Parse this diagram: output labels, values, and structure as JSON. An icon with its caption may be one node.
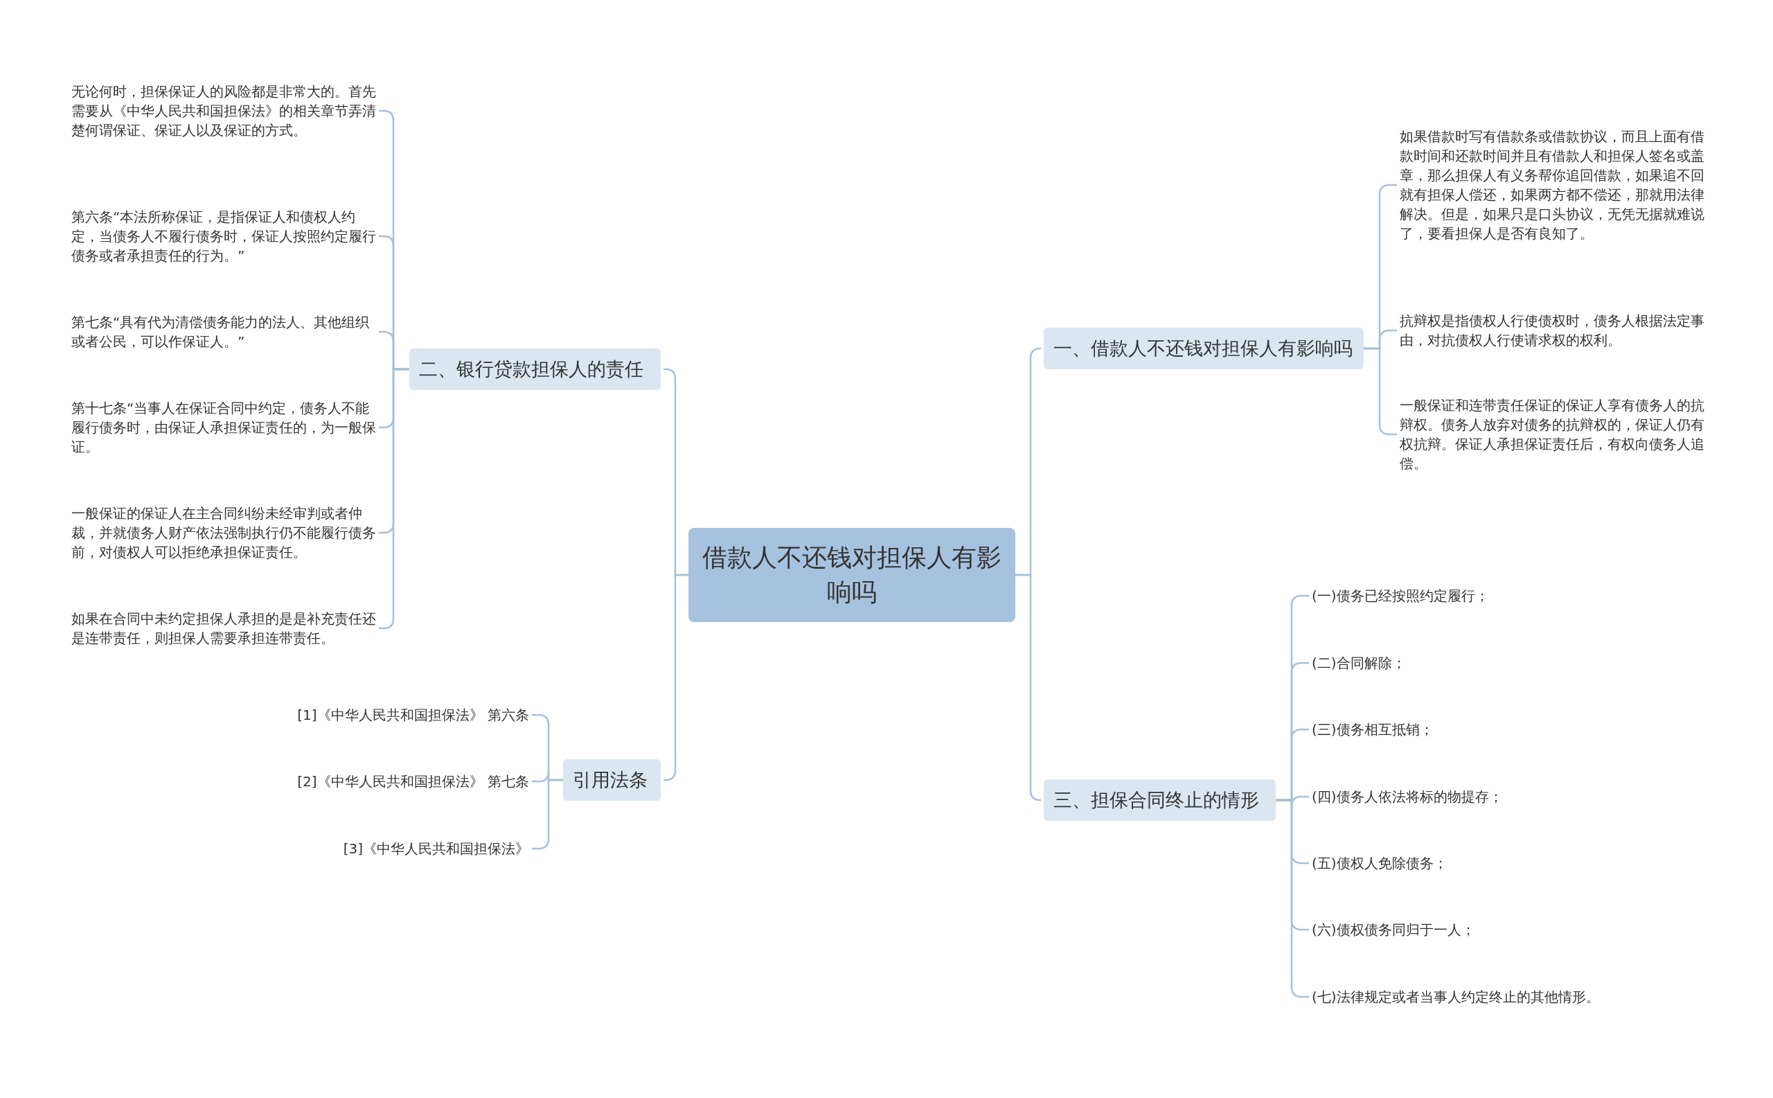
{
  "diagram": {
    "nodes": [
      {
        "text": [
          "借款人不还钱对担保人有影响吗"
        ]
      },
      {
        "text": [
          "一、借款人不还钱对担保人有影响吗"
        ]
      },
      {
        "text": [
          "如果借款时写有借款条或借款协议，而且上面有借款时间和还款时间并且有借款人和担保人签名或盖章，那么担保人有义务帮你追回借款，如果追不回就有担保人偿还，如果两方都不偿还，那就用法律解决。但是，如果只是口头协议，无凭无据就难说了，要看担保人是否有良知了。"
        ]
      },
      {
        "text": [
          "抗辩权是指债权人行使债权时，债务人根据法定事由，对抗债权人行使请求权的权利。"
        ]
      },
      {
        "text": [
          "一般保证和连带责任保证的保证人享有债务人的抗辩权。债务人放弃对债务的抗辩权的，保证人仍有权抗辩。保证人承担保证责任后，有权向债务人追偿。"
        ]
      },
      {
        "text": [
          "三、担保合同终止的情形"
        ]
      },
      {
        "text": [
          "(一)债务已经按照约定履行；"
        ]
      },
      {
        "text": [
          "(二)合同解除；"
        ]
      },
      {
        "text": [
          "(三)债务相互抵销；"
        ]
      },
      {
        "text": [
          "(四)债务人依法将标的物提存；"
        ]
      },
      {
        "text": [
          "(五)债权人免除债务；"
        ]
      },
      {
        "text": [
          "(六)债权债务同归于一人；"
        ]
      },
      {
        "text": [
          "(七)法律规定或者当事人约定终止的其他情形。"
        ]
      },
      {
        "text": [
          "二、银行贷款担保人的责任"
        ]
      },
      {
        "text": [
          "无论何时，担保保证人的风险都是非常大的。首先需要从《中华人民共和国担保法》的相关章节弄清楚何谓保证、保证人以及保证的方式。"
        ]
      },
      {
        "text": [
          "第六条“本法所称保证，是指保证人和债权人约定，当债务人不履行债务时，保证人按照约定履行债务或者承担责任的行为。”"
        ]
      },
      {
        "text": [
          "第七条“具有代为清偿债务能力的法人、其他组织或者公民，可以作保证人。”"
        ]
      },
      {
        "text": [
          "第十七条“当事人在保证合同中约定，债务人不能履行债务时，由保证人承担保证责任的，为一般保证。"
        ]
      },
      {
        "text": [
          "一般保证的保证人在主合同纠纷未经审判或者仲裁，并就债务人财产依法强制执行仍不能履行债务前，对债权人可以拒绝承担保证责任。"
        ]
      },
      {
        "text": [
          "如果在合同中未约定担保人承担的是是补充责任还是连带责任，则担保人需要承担连带责任。"
        ]
      },
      {
        "text": [
          "引用法条"
        ]
      },
      {
        "text": [
          "[1]《中华人民共和国担保法》 第六条"
        ]
      },
      {
        "text": [
          "[2]《中华人民共和国担保法》 第七条"
        ]
      },
      {
        "text": [
          "[3]《中华人民共和国担保法》"
        ]
      }
    ],
    "edges": [
      {
        "from": 0,
        "to": 1,
        "arrow": "none"
      },
      {
        "from": 0,
        "to": 5,
        "arrow": "none"
      },
      {
        "from": 0,
        "to": 13,
        "arrow": "none"
      },
      {
        "from": 0,
        "to": 20,
        "arrow": "none"
      },
      {
        "from": 1,
        "to": 2,
        "arrow": "none"
      },
      {
        "from": 1,
        "to": 3,
        "arrow": "none"
      },
      {
        "from": 1,
        "to": 4,
        "arrow": "none"
      },
      {
        "from": 5,
        "to": 6,
        "arrow": "none"
      },
      {
        "from": 5,
        "to": 7,
        "arrow": "none"
      },
      {
        "from": 5,
        "to": 8,
        "arrow": "none"
      },
      {
        "from": 5,
        "to": 9,
        "arrow": "none"
      },
      {
        "from": 5,
        "to": 10,
        "arrow": "none"
      },
      {
        "from": 5,
        "to": 11,
        "arrow": "none"
      },
      {
        "from": 5,
        "to": 12,
        "arrow": "none"
      },
      {
        "from": 13,
        "to": 14,
        "arrow": "none"
      },
      {
        "from": 13,
        "to": 15,
        "arrow": "none"
      },
      {
        "from": 13,
        "to": 16,
        "arrow": "none"
      },
      {
        "from": 13,
        "to": 17,
        "arrow": "none"
      },
      {
        "from": 13,
        "to": 18,
        "arrow": "none"
      },
      {
        "from": 13,
        "to": 19,
        "arrow": "none"
      },
      {
        "from": 20,
        "to": 21,
        "arrow": "none"
      },
      {
        "from": 20,
        "to": 22,
        "arrow": "none"
      },
      {
        "from": 20,
        "to": 23,
        "arrow": "none"
      }
    ]
  }
}
